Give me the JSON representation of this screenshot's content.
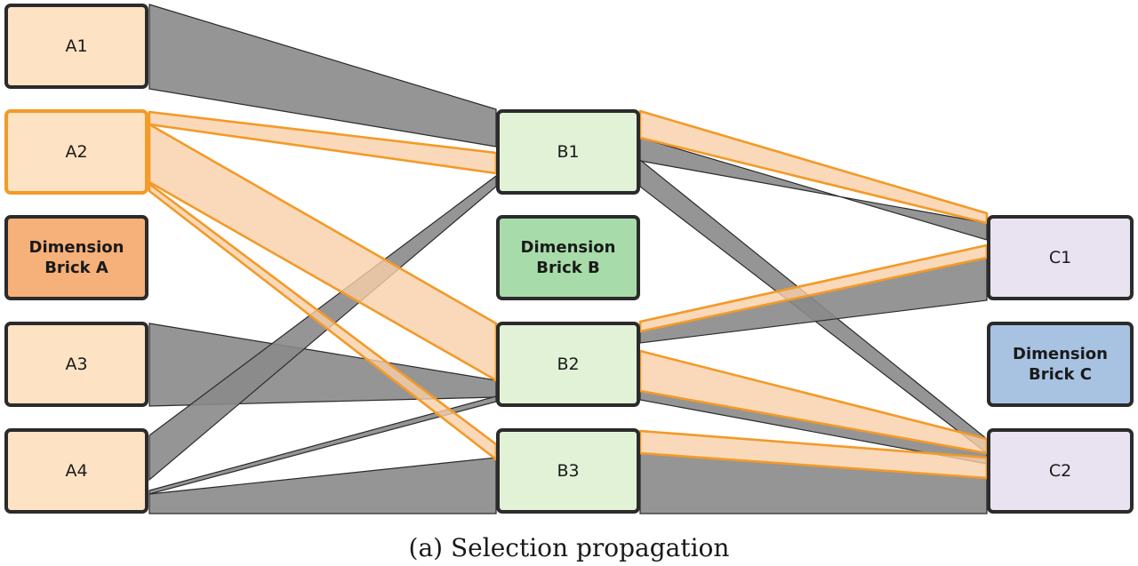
{
  "nodes": {
    "a1": {
      "label": "A1"
    },
    "a2": {
      "label": "A2"
    },
    "a3": {
      "label": "A3"
    },
    "a4": {
      "label": "A4"
    },
    "b1": {
      "label": "B1"
    },
    "b2": {
      "label": "B2"
    },
    "b3": {
      "label": "B3"
    },
    "c1": {
      "label": "C1"
    },
    "c2": {
      "label": "C2"
    }
  },
  "dimensions": {
    "a": {
      "label": "Dimension\nBrick A",
      "color": "#f6b07a"
    },
    "b": {
      "label": "Dimension\nBrick B",
      "color": "#a7dcaa"
    },
    "c": {
      "label": "Dimension\nBrick C",
      "color": "#a8c3e2"
    }
  },
  "colors": {
    "a_fill": "#fde2c3",
    "b_fill": "#e2f2d6",
    "c_fill": "#e8e2f1",
    "link": "#8a8a8a",
    "highlight_fill": "#f8cfa8",
    "highlight_stroke": "#f39a28",
    "border": "#2b2b2b"
  },
  "caption": "(a)  Selection propagation"
}
